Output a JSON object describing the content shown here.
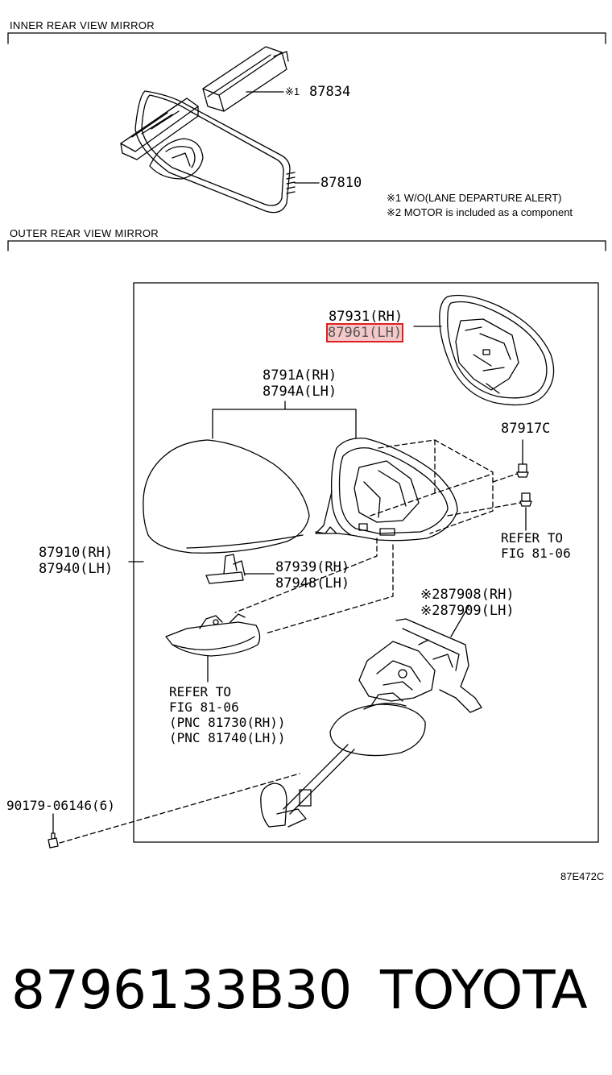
{
  "sections": {
    "inner_title": "INNER REAR VIEW MIRROR",
    "outer_title": "OUTER REAR VIEW MIRROR"
  },
  "inner": {
    "p87834": "87834",
    "mark1": "※1",
    "p87810": "87810",
    "note1": "※1 W/O(LANE DEPARTURE ALERT)",
    "note2": "※2 MOTOR is included as a component"
  },
  "outer": {
    "p87931": "87931(RH)",
    "p87961": "87961(LH)",
    "p8791A": "8791A(RH)",
    "p8794A": "8794A(LH)",
    "p87917C": "87917C",
    "refer1_l1": "REFER TO",
    "refer1_l2": "FIG 81-06",
    "p87910": "87910(RH)",
    "p87940": "87940(LH)",
    "p87939": "87939(RH)",
    "p87948": "87948(LH)",
    "p87908": "※287908(RH)",
    "p87909": "※287909(LH)",
    "refer2_l1": "REFER TO",
    "refer2_l2": "FIG 81-06",
    "refer2_l3": "(PNC 81730(RH))",
    "refer2_l4": "(PNC 81740(LH))",
    "p90179": "90179-06146(6)",
    "fig_code": "87E472C"
  },
  "footer": {
    "part_number": "8796133B30",
    "brand": "TOYOTA"
  },
  "colors": {
    "line": "#000000",
    "highlight_border": "#e02020",
    "highlight_fill": "#f4c8c8"
  }
}
